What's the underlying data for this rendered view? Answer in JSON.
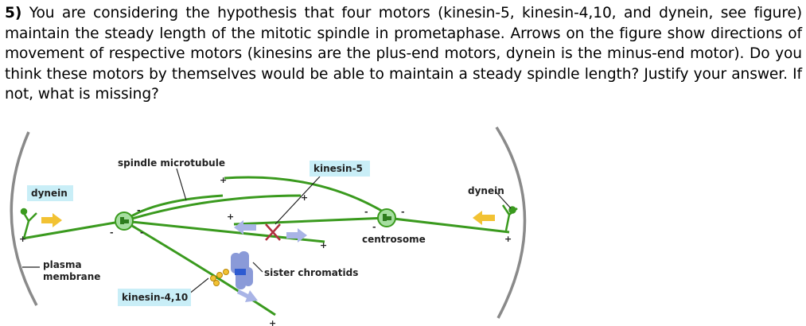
{
  "question": {
    "number": "5)",
    "text": "You are considering the hypothesis that four motors (kinesin-5, kinesin-4,10, and dynein, see figure) maintain the steady length of the mitotic spindle in prometaphase. Arrows on the figure show directions of movement of respective motors (kinesins are the plus-end motors, dynein is the minus-end motor). Do you think these motors by themselves would be able to maintain a steady spindle length? Justify your answer. If not, what is missing?"
  },
  "figure": {
    "labels": {
      "spindle_microtubule": "spindle microtubule",
      "kinesin5": "kinesin-5",
      "dynein_left": "dynein",
      "dynein_right": "dynein",
      "centrosome": "centrosome",
      "plasma_membrane_1": "plasma",
      "plasma_membrane_2": "membrane",
      "sister_chromatids": "sister chromatids",
      "kinesin4_10": "kinesin-4,10"
    },
    "signs": {
      "plus": "+",
      "minus": "-"
    },
    "colors": {
      "microtubule": "#3a9a1e",
      "label_box": "#c9eef7",
      "kinesin_arrow": "#a9b4e6",
      "dynein_arrow": "#f2c233",
      "chromatid": "#8a9ad8"
    }
  }
}
